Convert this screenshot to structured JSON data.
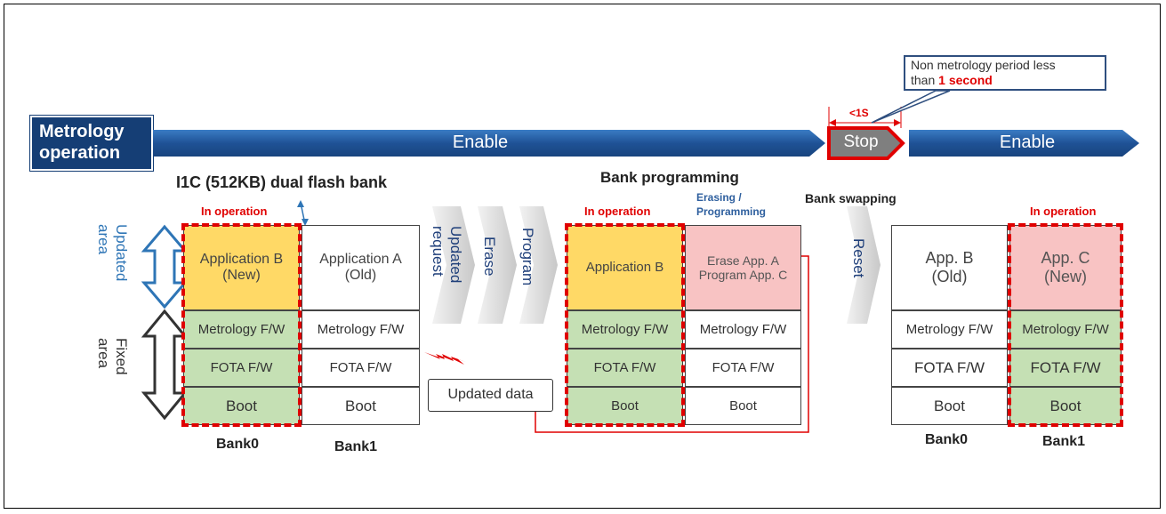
{
  "timeline": {
    "metrology_label": "Metrology\noperation",
    "enable_left": "Enable",
    "stop": "Stop",
    "enable_right": "Enable",
    "lt1s": "<1S",
    "callout_line1": "Non metrology period less",
    "callout_line2_prefix": "than ",
    "callout_line2_highlight": "1 second"
  },
  "section1": {
    "title": "I1C (512KB) dual flash bank",
    "in_operation": "In operation",
    "updated_area": "Updated\narea",
    "fixed_area": "Fixed\narea",
    "bank0": {
      "app": "Application B\n(New)",
      "metrology": "Metrology F/W",
      "fota": "FOTA F/W",
      "boot": "Boot",
      "label": "Bank0"
    },
    "bank1": {
      "app": "Application A\n(Old)",
      "metrology": "Metrology F/W",
      "fota": "FOTA F/W",
      "boot": "Boot",
      "label": "Bank1"
    }
  },
  "steps": {
    "updated_request": "Updated\nrequest",
    "erase": "Erase",
    "program": "Program",
    "updated_data": "Updated data",
    "reset": "Reset"
  },
  "section2": {
    "title": "Bank programming",
    "in_operation": "In operation",
    "erasing": "Erasing /\nProgramming",
    "bank0": {
      "app": "Application B",
      "metrology": "Metrology F/W",
      "fota": "FOTA F/W",
      "boot": "Boot"
    },
    "bank1": {
      "app": "Erase App. A\nProgram App. C",
      "metrology": "Metrology F/W",
      "fota": "FOTA F/W",
      "boot": "Boot"
    }
  },
  "section3": {
    "title": "Bank swapping",
    "in_operation": "In operation",
    "bank0": {
      "app": "App. B\n(Old)",
      "metrology": "Metrology F/W",
      "fota": "FOTA F/W",
      "boot": "Boot",
      "label": "Bank0"
    },
    "bank1": {
      "app": "App. C\n(New)",
      "metrology": "Metrology F/W",
      "fota": "FOTA F/W",
      "boot": "Boot",
      "label": "Bank1"
    }
  },
  "colors": {
    "bar_blue": "#1f5296",
    "yellow": "#ffd966",
    "green": "#c5e0b4",
    "pink": "#f8c3c3",
    "red": "#e00000",
    "text_blue": "#2e75b6"
  }
}
